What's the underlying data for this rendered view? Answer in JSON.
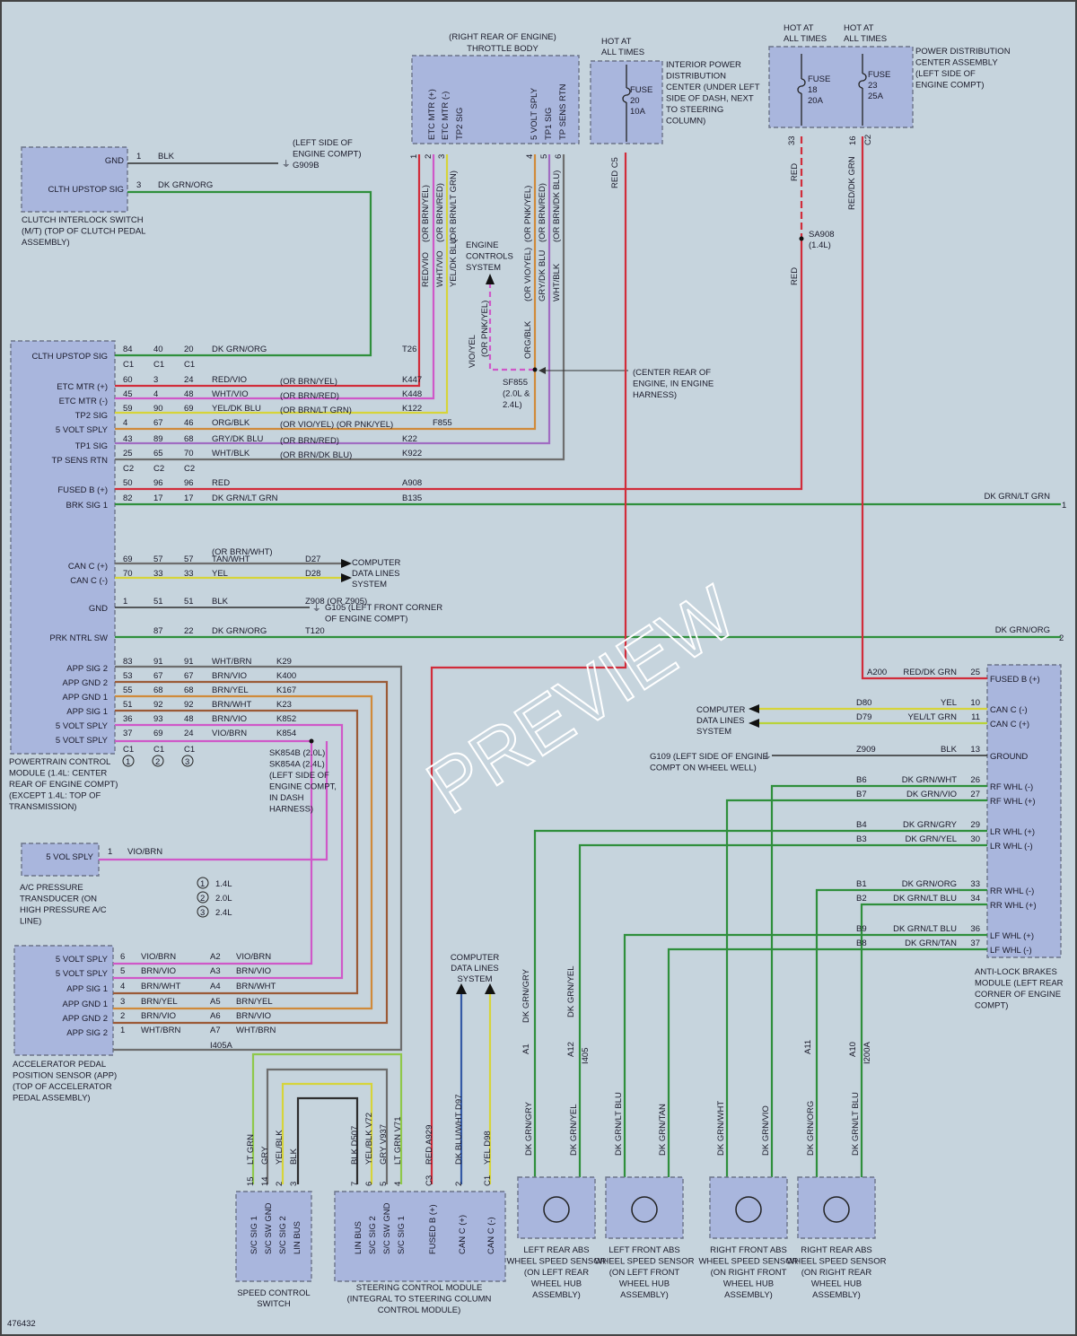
{
  "diagram_id": "476432",
  "watermark": "PREVIEW",
  "throttle_body": {
    "title_1": "(RIGHT REAR OF ENGINE)",
    "title_2": "THROTTLE BODY",
    "pins": [
      "ETC MTR (+)",
      "ETC MTR (-)",
      "TP2 SIG",
      "5 VOLT SPLY",
      "TP1 SIG",
      "TP SENS RTN"
    ]
  },
  "ipdc": {
    "hot": "HOT AT ALL TIMES",
    "fuse": "FUSE 20 10A",
    "label": "INTERIOR POWER DISTRIBUTION CENTER (UNDER LEFT SIDE OF DASH, NEXT TO STEERING COLUMN)"
  },
  "pdc": {
    "hot": "HOT AT ALL TIMES",
    "fuse1": "FUSE 18 20A",
    "fuse2": "FUSE 23 25A",
    "label": "POWER DISTRIBUTION CENTER ASSEMBLY (LEFT SIDE OF ENGINE COMPT)"
  },
  "clutch_switch": {
    "pins": [
      "GND",
      "CLTH UPSTOP SIG"
    ],
    "label": "CLUTCH INTERLOCK SWITCH (M/T) (TOP OF CLUTCH PEDAL ASSEMBLY)",
    "ground": "(LEFT SIDE OF ENGINE COMPT) G909B"
  },
  "pcm": {
    "label": "POWERTRAIN CONTROL MODULE (1.4L: CENTER REAR OF ENGINE COMPT) (EXCEPT 1.4L: TOP OF TRANSMISSION)",
    "pins": [
      {
        "name": "CLTH UPSTOP SIG",
        "n": [
          "84",
          "40",
          "20"
        ],
        "color": "DK GRN/ORG",
        "alt": "",
        "circuit": "T26"
      },
      {
        "name": "ETC MTR (+)",
        "n": [
          "60",
          "3",
          "24"
        ],
        "color": "RED/VIO",
        "alt": "(OR BRN/YEL)",
        "circuit": "K447"
      },
      {
        "name": "ETC MTR (-)",
        "n": [
          "45",
          "4",
          "48"
        ],
        "color": "WHT/VIO",
        "alt": "(OR BRN/RED)",
        "circuit": "K448"
      },
      {
        "name": "TP2 SIG",
        "n": [
          "59",
          "90",
          "69"
        ],
        "color": "YEL/DK BLU",
        "alt": "(OR BRN/LT GRN)",
        "circuit": "K122"
      },
      {
        "name": "5 VOLT SPLY",
        "n": [
          "4",
          "67",
          "46"
        ],
        "color": "ORG/BLK",
        "alt": "(OR VIO/YEL) (OR PNK/YEL)",
        "circuit": "F855"
      },
      {
        "name": "TP1 SIG",
        "n": [
          "43",
          "89",
          "68"
        ],
        "color": "GRY/DK BLU",
        "alt": "(OR BRN/RED)",
        "circuit": "K22"
      },
      {
        "name": "TP SENS RTN",
        "n": [
          "25",
          "65",
          "70"
        ],
        "color": "WHT/BLK",
        "alt": "(OR BRN/DK BLU)",
        "circuit": "K922"
      },
      {
        "name": "FUSED B (+)",
        "n": [
          "50",
          "96",
          "96"
        ],
        "color": "RED",
        "alt": "",
        "circuit": "A908"
      },
      {
        "name": "BRK SIG 1",
        "n": [
          "82",
          "17",
          "17"
        ],
        "color": "DK GRN/LT GRN",
        "alt": "",
        "circuit": "B135"
      },
      {
        "name": "CAN C (+)",
        "n": [
          "69",
          "57",
          "57"
        ],
        "color": "TAN/WHT",
        "alt": "(OR BRN/WHT)",
        "circuit": "D27"
      },
      {
        "name": "CAN C (-)",
        "n": [
          "70",
          "33",
          "33"
        ],
        "color": "YEL",
        "alt": "",
        "circuit": "D28"
      },
      {
        "name": "GND",
        "n": [
          "1",
          "51",
          "51"
        ],
        "color": "BLK",
        "alt": "",
        "circuit": "Z908 (OR Z905)"
      },
      {
        "name": "PRK NTRL SW",
        "n": [
          "",
          "87",
          "22"
        ],
        "color": "DK GRN/ORG",
        "alt": "",
        "circuit": "T120"
      },
      {
        "name": "APP SIG 2",
        "n": [
          "83",
          "91",
          "91"
        ],
        "color": "WHT/BRN",
        "alt": "",
        "circuit": "K29"
      },
      {
        "name": "APP GND 2",
        "n": [
          "53",
          "67",
          "67"
        ],
        "color": "BRN/VIO",
        "alt": "",
        "circuit": "K400"
      },
      {
        "name": "APP GND 1",
        "n": [
          "55",
          "68",
          "68"
        ],
        "color": "BRN/YEL",
        "alt": "",
        "circuit": "K167"
      },
      {
        "name": "APP SIG 1",
        "n": [
          "51",
          "92",
          "92"
        ],
        "color": "BRN/WHT",
        "alt": "",
        "circuit": "K23"
      },
      {
        "name": "5 VOLT SPLY",
        "n": [
          "36",
          "93",
          "48"
        ],
        "color": "BRN/VIO",
        "alt": "",
        "circuit": "K852"
      },
      {
        "name": "5 VOLT SPLY",
        "n": [
          "37",
          "69",
          "24"
        ],
        "color": "VIO/BRN",
        "alt": "",
        "circuit": "K854"
      }
    ],
    "connectors": [
      "C1",
      "C2"
    ],
    "legend": [
      "1.4L",
      "2.0L",
      "2.4L"
    ]
  },
  "splices": {
    "sf855": "SF855 (2.0L & 2.4L)",
    "sf855_loc": "(CENTER REAR OF ENGINE, IN ENGINE HARNESS)",
    "sk854": "SK854B (2.0L) SK854A (2.4L) (LEFT SIDE OF ENGINE COMPT, IN DASH HARNESS)",
    "sa908": "SA908 (1.4L)",
    "ecs": "ENGINE CONTROLS SYSTEM"
  },
  "grounds": {
    "g105": "G105 (LEFT FRONT CORNER OF ENGINE COMPT)",
    "g109": "G109 (LEFT SIDE OF ENGINE COMPT ON WHEEL WELL)"
  },
  "computer_data_lines": "COMPUTER DATA LINES SYSTEM",
  "ac_transducer": {
    "pin": "5 VOL SPLY",
    "wire": "VIO/BRN",
    "label": "A/C PRESSURE TRANSDUCER (ON HIGH PRESSURE A/C LINE)"
  },
  "app_sensor": {
    "label": "ACCELERATOR PEDAL POSITION SENSOR (APP) (TOP OF ACCELERATOR PEDAL ASSEMBLY)",
    "pins": [
      {
        "name": "5 VOLT SPLY",
        "n": "6",
        "color": "VIO/BRN",
        "a": "A2"
      },
      {
        "name": "5 VOLT SPLY",
        "n": "5",
        "color": "BRN/VIO",
        "a": "A3"
      },
      {
        "name": "APP SIG 1",
        "n": "4",
        "color": "BRN/WHT",
        "a": "A4"
      },
      {
        "name": "APP GND 1",
        "n": "3",
        "color": "BRN/YEL",
        "a": "A5"
      },
      {
        "name": "APP GND 2",
        "n": "2",
        "color": "BRN/VIO",
        "a": "A6"
      },
      {
        "name": "APP SIG 2",
        "n": "1",
        "color": "WHT/BRN",
        "a": "A7"
      }
    ],
    "connector": "I405A"
  },
  "abs": {
    "label": "ANTI-LOCK BRAKES MODULE (LEFT REAR CORNER OF ENGINE COMPT)",
    "pins": [
      {
        "name": "FUSED B (+)",
        "n": "25",
        "color": "RED/DK GRN",
        "circuit": "A200"
      },
      {
        "name": "CAN C (-)",
        "n": "10",
        "color": "YEL",
        "circuit": "D80"
      },
      {
        "name": "CAN C (+)",
        "n": "11",
        "color": "YEL/LT GRN",
        "circuit": "D79"
      },
      {
        "name": "GROUND",
        "n": "13",
        "color": "BLK",
        "circuit": "Z909"
      },
      {
        "name": "RF WHL (-)",
        "n": "26",
        "color": "DK GRN/WHT",
        "circuit": "B6"
      },
      {
        "name": "RF WHL (+)",
        "n": "27",
        "color": "DK GRN/VIO",
        "circuit": "B7"
      },
      {
        "name": "LR WHL (+)",
        "n": "29",
        "color": "DK GRN/GRY",
        "circuit": "B4"
      },
      {
        "name": "LR WHL (-)",
        "n": "30",
        "color": "DK GRN/YEL",
        "circuit": "B3"
      },
      {
        "name": "RR WHL (-)",
        "n": "33",
        "color": "DK GRN/ORG",
        "circuit": "B1"
      },
      {
        "name": "RR WHL (+)",
        "n": "34",
        "color": "DK GRN/LT BLU",
        "circuit": "B2"
      },
      {
        "name": "LF WHL (+)",
        "n": "36",
        "color": "DK GRN/LT BLU",
        "circuit": "B9"
      },
      {
        "name": "LF WHL (-)",
        "n": "37",
        "color": "DK GRN/TAN",
        "circuit": "B8"
      }
    ]
  },
  "wheel_sensors": [
    {
      "label": "LEFT REAR ABS WHEEL SPEED SENSOR (ON LEFT REAR WHEEL HUB ASSEMBLY)",
      "w1": "DK GRN/GRY",
      "w2": "DK GRN/YEL"
    },
    {
      "label": "LEFT FRONT ABS WHEEL SPEED SENSOR (ON LEFT FRONT WHEEL HUB ASSEMBLY)",
      "w1": "DK GRN/LT BLU",
      "w2": "DK GRN/TAN"
    },
    {
      "label": "RIGHT FRONT ABS WHEEL SPEED SENSOR (ON RIGHT FRONT WHEEL HUB ASSEMBLY)",
      "w1": "DK GRN/WHT",
      "w2": "DK GRN/VIO"
    },
    {
      "label": "RIGHT REAR ABS WHEEL SPEED SENSOR (ON RIGHT REAR WHEEL HUB ASSEMBLY)",
      "w1": "DK GRN/ORG",
      "w2": "DK GRN/LT BLU"
    }
  ],
  "speed_control_switch": {
    "label": "SPEED CONTROL SWITCH",
    "pins": [
      "S/C SIG 1",
      "S/C SW GND",
      "S/C SIG 2",
      "LIN BUS"
    ]
  },
  "steering_module": {
    "label": "STEERING CONTROL MODULE (INTEGRAL TO STEERING COLUMN CONTROL MODULE)",
    "pins": [
      "LIN BUS",
      "S/C SIG 2",
      "S/C SW GND",
      "S/C SIG 1",
      "FUSED B (+)",
      "CAN C (+)",
      "CAN C (-)"
    ]
  },
  "offpage": {
    "brk": "DK GRN/LT GRN",
    "brk_n": "1",
    "prnd": "DK GRN/ORG",
    "prnd_n": "2"
  }
}
